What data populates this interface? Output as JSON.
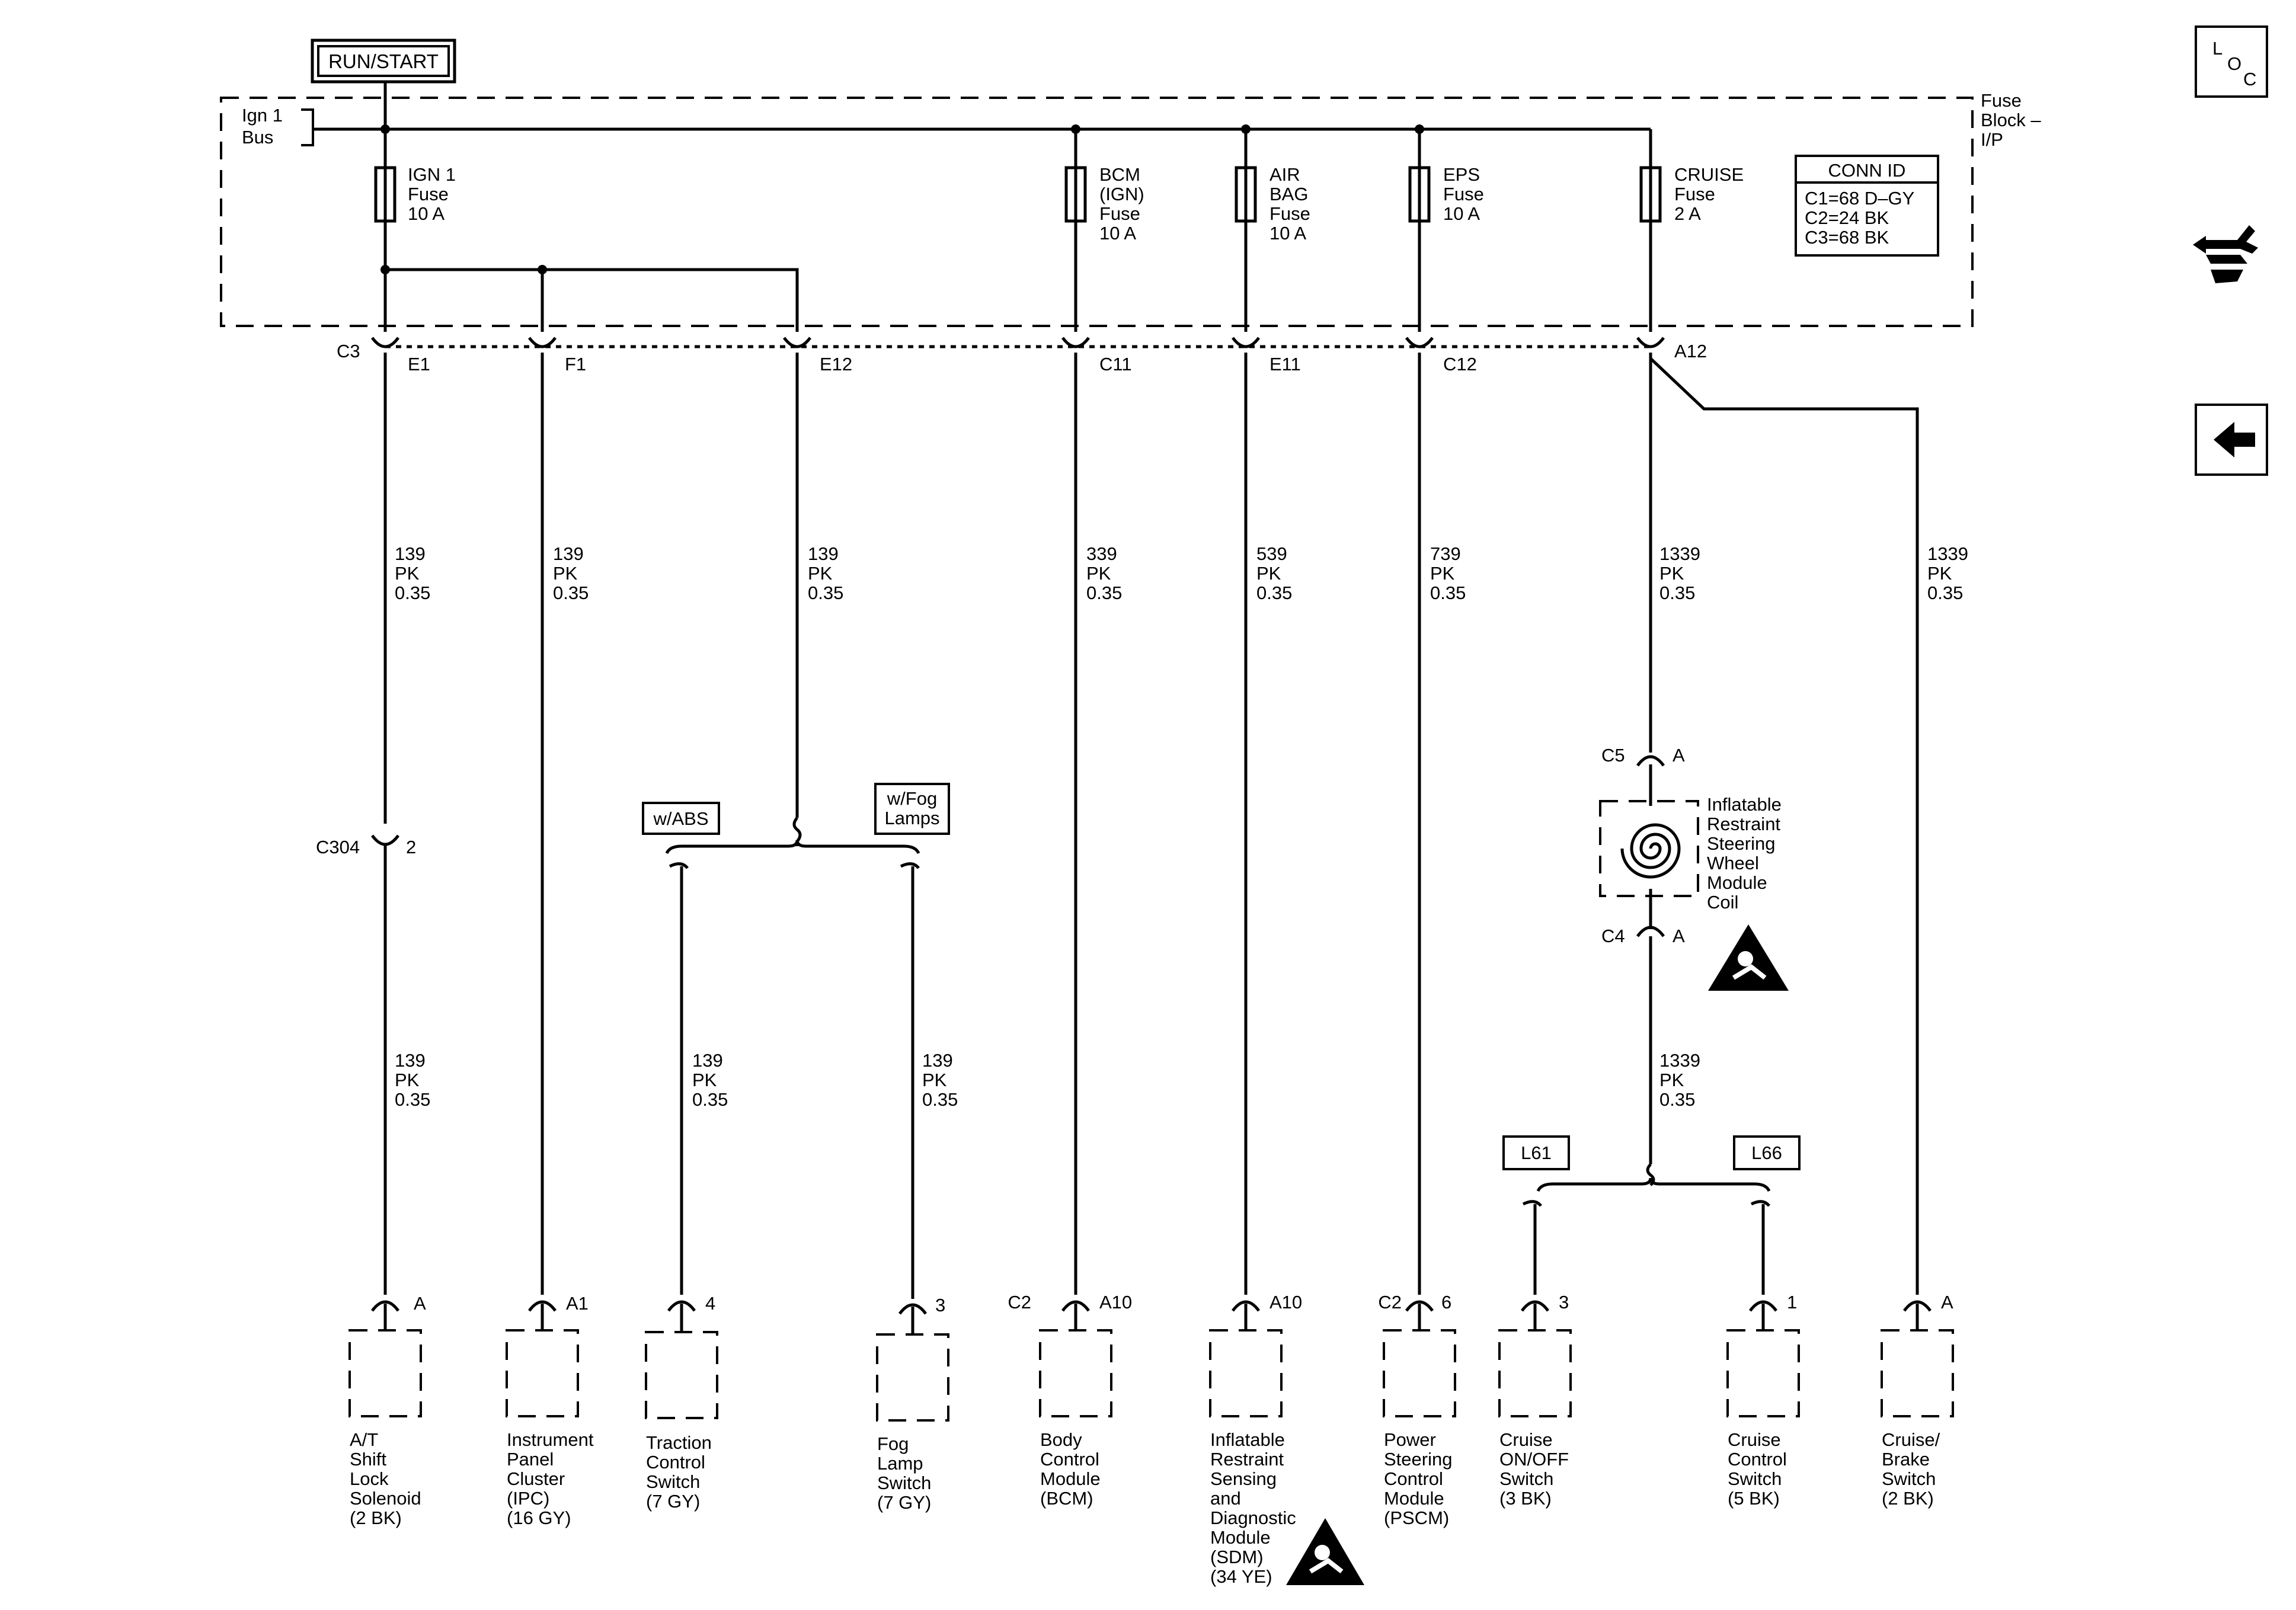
{
  "power_mode": "RUN/START",
  "fuse_block": {
    "label": [
      "Fuse",
      "Block –",
      "I/P"
    ],
    "ign_bus": [
      "Ign 1",
      "Bus"
    ],
    "fuses": [
      {
        "id": "ign1",
        "label": [
          "IGN 1",
          "Fuse",
          "10 A"
        ]
      },
      {
        "id": "bcm",
        "label": [
          "BCM",
          "(IGN)",
          "Fuse",
          "10 A"
        ]
      },
      {
        "id": "airbag",
        "label": [
          "AIR",
          "BAG",
          "Fuse",
          "10 A"
        ]
      },
      {
        "id": "eps",
        "label": [
          "EPS",
          "Fuse",
          "10 A"
        ]
      },
      {
        "id": "cruise",
        "label": [
          "CRUISE",
          "Fuse",
          "2 A"
        ]
      }
    ],
    "conn_id": {
      "title": "CONN ID",
      "lines": [
        "C1=68 D–GY",
        "C2=24 BK",
        "C3=68 BK"
      ]
    }
  },
  "connector": "C3",
  "pins": [
    "E1",
    "F1",
    "E12",
    "C11",
    "E11",
    "C12",
    "A12"
  ],
  "wires": [
    {
      "id": "w1",
      "label": [
        "139",
        "PK",
        "0.35"
      ]
    },
    {
      "id": "w2",
      "label": [
        "139",
        "PK",
        "0.35"
      ]
    },
    {
      "id": "w3",
      "label": [
        "139",
        "PK",
        "0.35"
      ]
    },
    {
      "id": "w4",
      "label": [
        "339",
        "PK",
        "0.35"
      ]
    },
    {
      "id": "w5",
      "label": [
        "539",
        "PK",
        "0.35"
      ]
    },
    {
      "id": "w6",
      "label": [
        "739",
        "PK",
        "0.35"
      ]
    },
    {
      "id": "w7",
      "label": [
        "1339",
        "PK",
        "0.35"
      ]
    },
    {
      "id": "w8",
      "label": [
        "1339",
        "PK",
        "0.35"
      ]
    },
    {
      "id": "w1b",
      "label": [
        "139",
        "PK",
        "0.35"
      ]
    },
    {
      "id": "w3a",
      "label": [
        "139",
        "PK",
        "0.35"
      ]
    },
    {
      "id": "w3b",
      "label": [
        "139",
        "PK",
        "0.35"
      ]
    },
    {
      "id": "w7b",
      "label": [
        "1339",
        "PK",
        "0.35"
      ]
    }
  ],
  "inline_connectors": {
    "c304": {
      "name": "C304",
      "pin": "2"
    },
    "c5": {
      "name": "C5",
      "pin": "A"
    },
    "c4": {
      "name": "C4",
      "pin": "A"
    }
  },
  "options": {
    "abs": "w/ABS",
    "fog": [
      "w/Fog",
      "Lamps"
    ],
    "l61": "L61",
    "l66": "L66"
  },
  "coil": [
    "Inflatable",
    "Restraint",
    "Steering",
    "Wheel",
    "Module",
    "Coil"
  ],
  "components": [
    {
      "id": "atsl",
      "pin": "A",
      "conn": "",
      "label": [
        "A/T",
        "Shift",
        "Lock",
        "Solenoid",
        "(2 BK)"
      ]
    },
    {
      "id": "ipc",
      "pin": "A1",
      "conn": "",
      "label": [
        "Instrument",
        "Panel",
        "Cluster",
        "(IPC)",
        "(16 GY)"
      ]
    },
    {
      "id": "tcs",
      "pin": "4",
      "conn": "",
      "label": [
        "Traction",
        "Control",
        "Switch",
        "(7 GY)"
      ]
    },
    {
      "id": "fog",
      "pin": "3",
      "conn": "",
      "label": [
        "Fog",
        "Lamp",
        "Switch",
        "(7 GY)"
      ]
    },
    {
      "id": "bcm",
      "pin": "A10",
      "conn": "C2",
      "label": [
        "Body",
        "Control",
        "Module",
        "(BCM)"
      ]
    },
    {
      "id": "sdm",
      "pin": "A10",
      "conn": "",
      "label": [
        "Inflatable",
        "Restraint",
        "Sensing",
        "and",
        "Diagnostic",
        "Module",
        "(SDM)",
        "(34 YE)"
      ]
    },
    {
      "id": "pscm",
      "pin": "6",
      "conn": "C2",
      "label": [
        "Power",
        "Steering",
        "Control",
        "Module",
        "(PSCM)"
      ]
    },
    {
      "id": "ccoo",
      "pin": "3",
      "conn": "",
      "label": [
        "Cruise",
        "ON/OFF",
        "Switch",
        "(3 BK)"
      ]
    },
    {
      "id": "ccs",
      "pin": "1",
      "conn": "",
      "label": [
        "Cruise",
        "Control",
        "Switch",
        "(5 BK)"
      ]
    },
    {
      "id": "cbs",
      "pin": "A",
      "conn": "",
      "label": [
        "Cruise/",
        "Brake",
        "Switch",
        "(2 BK)"
      ]
    }
  ],
  "sidebar": {
    "loc": [
      "L",
      "O",
      "C"
    ],
    "icons": [
      "location-icon",
      "connector-view-icon",
      "back-arrow-icon"
    ]
  }
}
